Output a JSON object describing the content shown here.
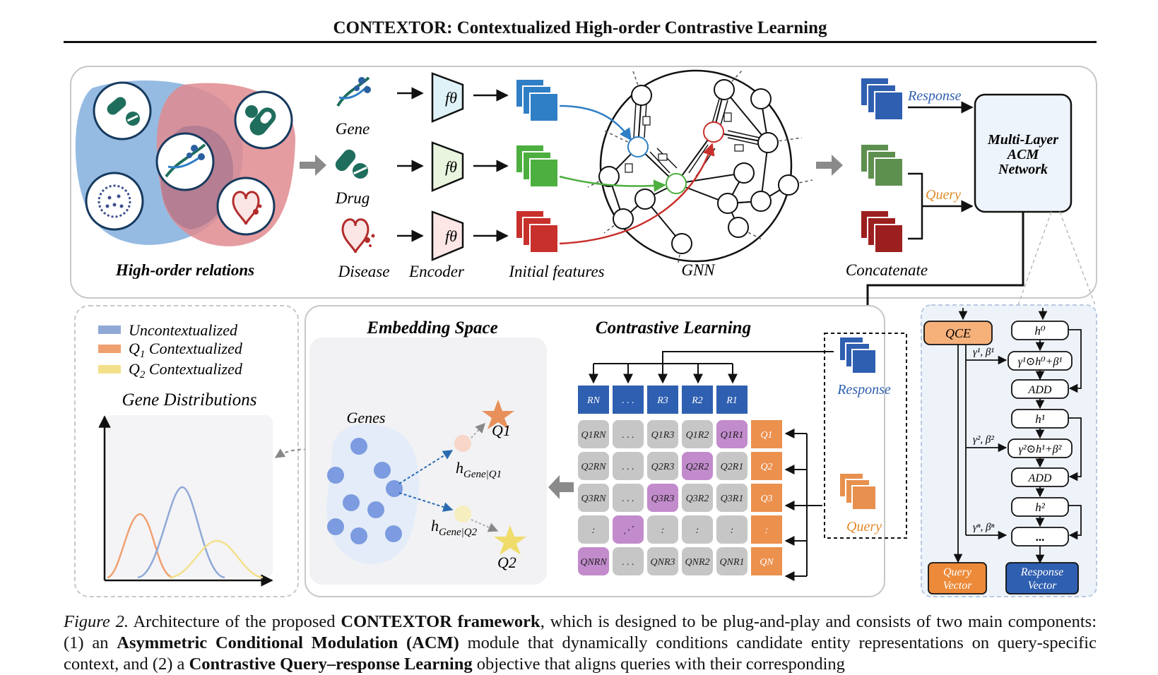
{
  "header": {
    "running_title": "CONTEXTOR: Contextualized High-order Contrastive Learning"
  },
  "figure": {
    "top_panel": {
      "high_order_label": "High-order relations",
      "entities": [
        {
          "label": "Gene",
          "color": "#2f7fc6"
        },
        {
          "label": "Drug",
          "color": "#4caf3f"
        },
        {
          "label": "Disease",
          "color": "#c8302c"
        }
      ],
      "encoder_symbol": "fθ",
      "encoder_label": "Encoder",
      "initial_features_label": "Initial features",
      "gnn_label": "GNN",
      "concatenate_label": "Concatenate",
      "response_label": "Response",
      "query_label": "Query",
      "acm_lines": [
        "Multi-Layer",
        "ACM",
        "Network"
      ]
    },
    "distribution_panel": {
      "legend": [
        {
          "label": "Uncontextualized",
          "color": "#8fa9d6"
        },
        {
          "label": "Q1 Contextualized",
          "sub_prefix": "Q",
          "sub": "1",
          "suffix": " Contextualized",
          "color": "#f0a070"
        },
        {
          "label": "Q2 Contextualized",
          "sub_prefix": "Q",
          "sub": "2",
          "suffix": " Contextualized",
          "color": "#f3e08a"
        }
      ],
      "title": "Gene Distributions"
    },
    "embedding_panel": {
      "title": "Embedding Space",
      "genes_label": "Genes",
      "q1_label": "Q1",
      "q2_label": "Q2",
      "h1_base": "h",
      "h1_sub": "Gene|Q1",
      "h2_base": "h",
      "h2_sub": "Gene|Q2"
    },
    "contrastive_panel": {
      "title": "Contrastive Learning",
      "response_label": "Response",
      "query_label": "Query",
      "col_headers": [
        "RN",
        ". . .",
        "R3",
        "R2",
        "R1"
      ],
      "row_headers": [
        "Q1",
        "Q2",
        "Q3",
        ":",
        "QN"
      ],
      "cells": [
        [
          "Q1RN",
          ". . .",
          "Q1R3",
          "Q1R2",
          "Q1R1"
        ],
        [
          "Q2RN",
          ". . .",
          "Q2R3",
          "Q2R2",
          "Q2R1"
        ],
        [
          "Q3RN",
          ". . .",
          "Q3R3",
          "Q3R2",
          "Q3R1"
        ],
        [
          ":",
          "⋰",
          ":",
          ":",
          ":"
        ],
        [
          "QNRN",
          ". . .",
          "QNR3",
          "QNR2",
          "QNR1"
        ]
      ]
    },
    "acm_detail": {
      "qce_label": "QCE",
      "h0": "h⁰",
      "gamma1": "γ¹, β¹",
      "mod1": "γ¹⊙h⁰+β¹",
      "add1": "ADD",
      "h1": "h¹",
      "gamma2": "γ², β²",
      "mod2": "γ²⊙h¹+β²",
      "add2": "ADD",
      "h2": "h²",
      "gamman": "γⁿ, βⁿ",
      "ellipsis": "...",
      "query_vector": [
        "Query",
        "Vector"
      ],
      "response_vector": [
        "Response",
        "Vector"
      ]
    }
  },
  "caption": {
    "fig_label": "Figure 2.",
    "t1": " Architecture of the proposed ",
    "b1": "CONTEXTOR framework",
    "t2": ", which is designed to be plug-and-play and consists of two main components: (1) an ",
    "b2": "Asymmetric Conditional Modulation (ACM)",
    "t3": " module that dynamically conditions candidate entity representations on query-specific context, and (2) a ",
    "b3": "Contrastive Query–response Learning",
    "t4": " objective that aligns queries with their corresponding"
  }
}
